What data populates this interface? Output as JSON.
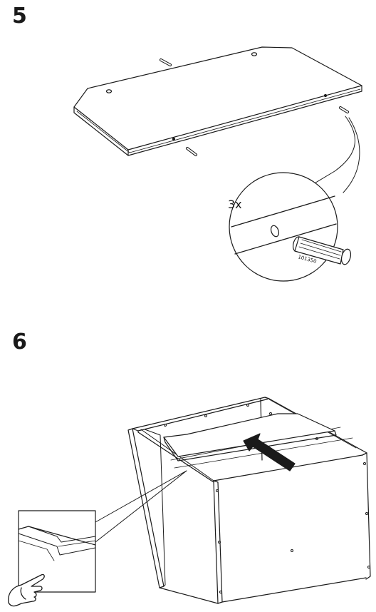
{
  "steps": [
    {
      "number": "5",
      "quantity_label": "3x",
      "part_number": "101350"
    },
    {
      "number": "6"
    }
  ]
}
